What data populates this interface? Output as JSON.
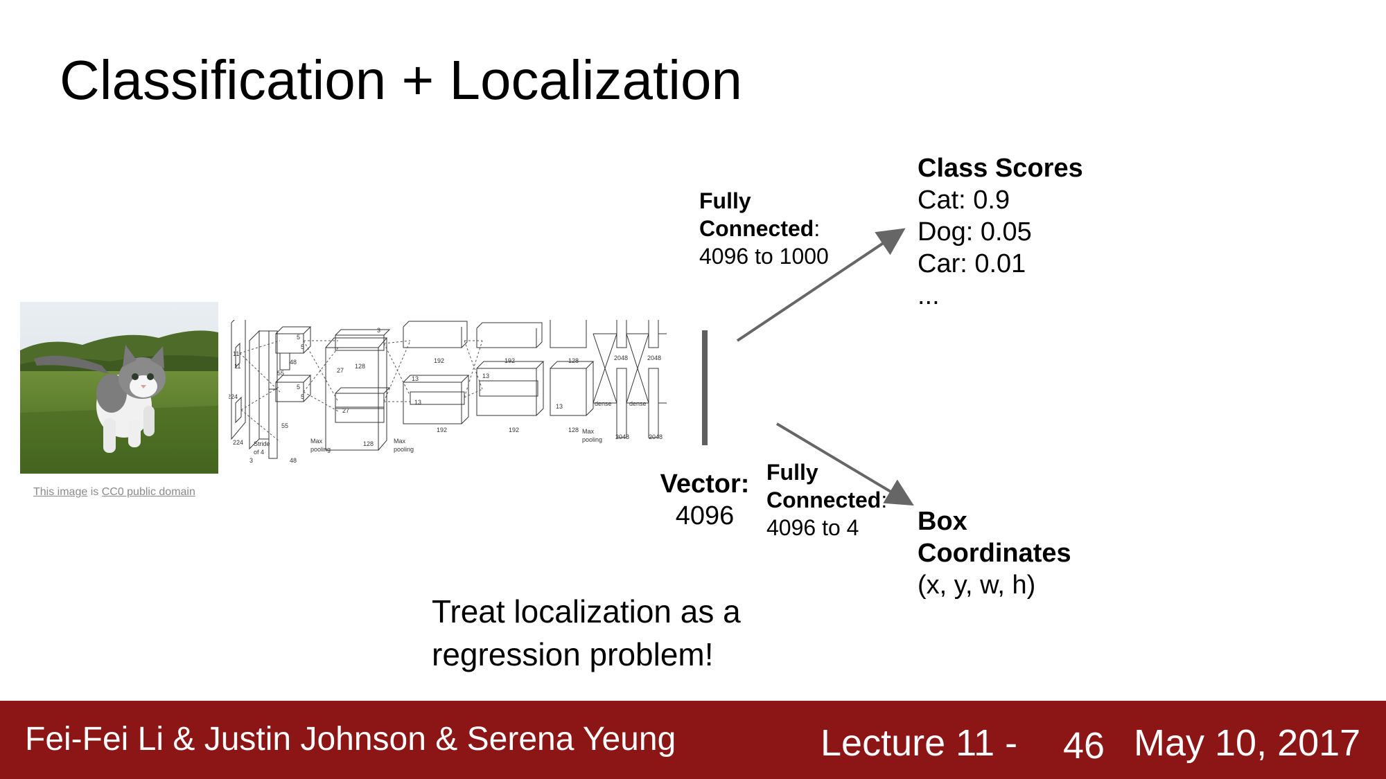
{
  "slide": {
    "title": "Classification + Localization"
  },
  "image_credit": {
    "link1": "This image",
    "middle": " is ",
    "link2": "CC0 public domain"
  },
  "network_labels": {
    "n224a": "224",
    "n224b": "224",
    "n11a": "11",
    "n11b": "11",
    "n3": "3",
    "stride": "Stride",
    "of4": "of 4",
    "n55a": "55",
    "n55b": "55",
    "n5a": "5",
    "n5b": "5",
    "n5c": "5",
    "n5d": "5",
    "n48a": "48",
    "n48b": "48",
    "maxpool1": "Max",
    "pooling1": "pooling",
    "n27a": "27",
    "n27b": "27",
    "n128a": "128",
    "n128b": "128",
    "n3b": "3",
    "maxpool2": "Max",
    "pooling2": "pooling",
    "n13a": "13",
    "n13b": "13",
    "n13c": "13",
    "n13d": "13",
    "n192a": "192",
    "n192b": "192",
    "n192c": "192",
    "n192d": "192",
    "n128c": "128",
    "n128d": "128",
    "maxpool3": "Max",
    "pooling3": "pooling",
    "dense1": "dense",
    "dense2": "dense",
    "n2048a": "2048",
    "n2048b": "2048",
    "n2048c": "2048",
    "n2048d": "2048"
  },
  "fc_top": {
    "line1": "Fully",
    "line2_bold": "Connected",
    "line2_rest": ":",
    "line3": "4096 to 1000"
  },
  "fc_bottom": {
    "line1": "Fully",
    "line2_bold": "Connected",
    "line2_rest": ":",
    "line3": "4096 to 4"
  },
  "vector": {
    "label": "Vector:",
    "value": "4096"
  },
  "class_scores": {
    "heading": "Class Scores",
    "items": [
      "Cat: 0.9",
      "Dog: 0.05",
      "Car: 0.01",
      "..."
    ]
  },
  "box_coords": {
    "heading1": "Box",
    "heading2": "Coordinates",
    "value": "(x, y, w, h)"
  },
  "note": {
    "line1": "Treat localization as a",
    "line2": "regression problem!"
  },
  "footer": {
    "authors": "Fei-Fei Li & Justin Johnson & Serena Yeung",
    "lecture": "Lecture 11 -",
    "page": "46",
    "date": "May 10, 2017"
  },
  "colors": {
    "footer_bg": "#8c1515",
    "arrow": "#666666"
  }
}
